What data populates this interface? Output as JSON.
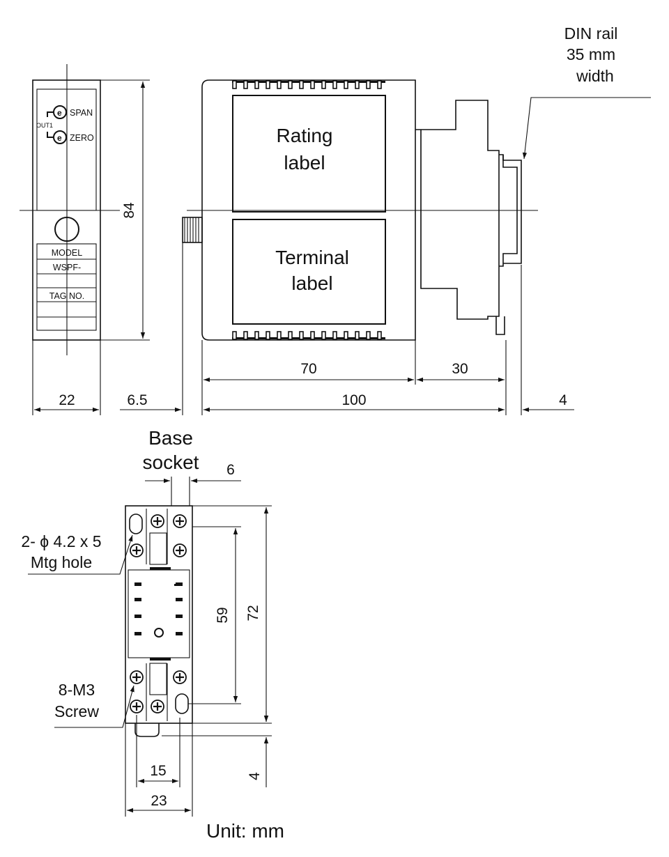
{
  "front_view": {
    "span_label": "SPAN",
    "zero_label": "ZERO",
    "out_label": "OUT1",
    "model_label": "MODEL",
    "model_value": "WSPF-",
    "tag_label": "TAG NO.",
    "height_dim": "84",
    "width_dim": "22"
  },
  "side_view": {
    "rating_label_1": "Rating",
    "rating_label_2": "label",
    "terminal_label_1": "Terminal",
    "terminal_label_2": "label",
    "din_rail_1": "DIN rail",
    "din_rail_2": "35 mm",
    "din_rail_3": "width",
    "dim_knob": "6.5",
    "dim_body": "70",
    "dim_base": "30",
    "dim_total": "100",
    "dim_rail": "4"
  },
  "base_socket": {
    "title_1": "Base",
    "title_2": "socket",
    "dim_6": "6",
    "mtg_hole_1": "2- ϕ 4.2 x 5",
    "mtg_hole_2": "Mtg hole",
    "screw_1": "8-M3",
    "screw_2": "Screw",
    "dim_59": "59",
    "dim_72": "72",
    "dim_15": "15",
    "dim_23": "23",
    "dim_4": "4"
  },
  "unit": "Unit: mm"
}
